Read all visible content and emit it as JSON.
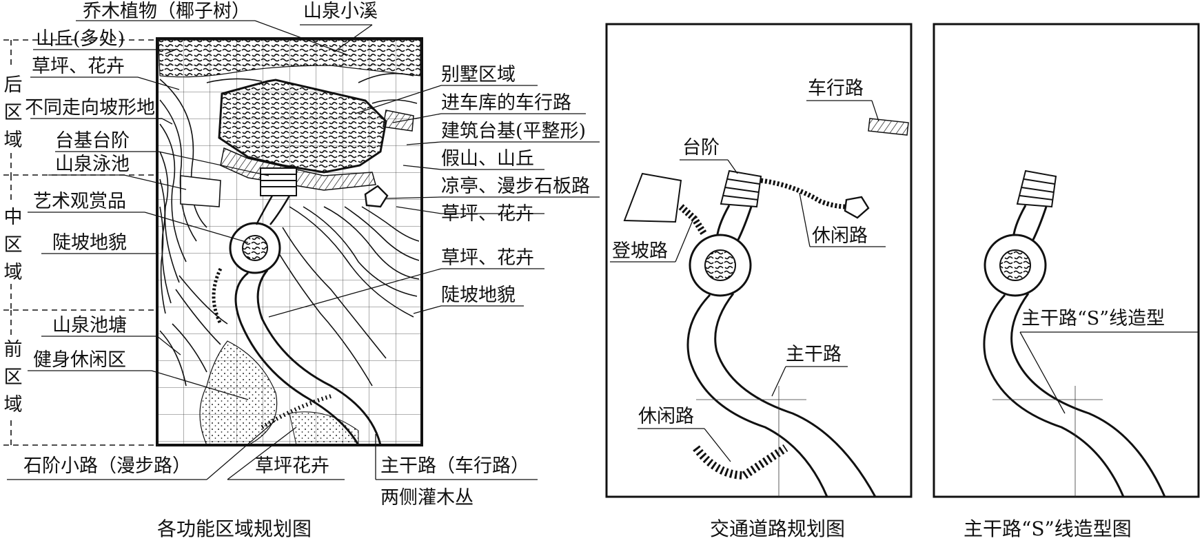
{
  "colors": {
    "ink": "#111111",
    "paper": "#ffffff"
  },
  "zones": {
    "back": "后区域",
    "middle": "中区域",
    "front": "前区域"
  },
  "panel1": {
    "caption": "各功能区域规划图",
    "labels": {
      "arbor": "乔木植物（椰子树）",
      "stream": "山泉小溪",
      "hills": "山丘(多处)",
      "lawn1": "草坪、花卉",
      "slopes": "不同走向坡形地",
      "terrace_steps": "台基台阶",
      "spring_pool": "山泉泳池",
      "art": "艺术观赏品",
      "steep1": "陡坡地貌",
      "pond": "山泉池塘",
      "fitness": "健身休闲区",
      "villa": "别墅区域",
      "garage_road": "进车库的车行路",
      "platform": "建筑台基(平整形)",
      "rockery": "假山、山丘",
      "pavilion": "凉亭、漫步石板路",
      "lawn2": "草坪、花卉",
      "lawn3": "草坪、花卉",
      "steep2": "陡坡地貌",
      "stone_path": "石阶小路（漫步路）",
      "lawn4": "草坪花卉",
      "main_road": "主干路（车行路）",
      "shrubs": "两侧灌木丛"
    }
  },
  "panel2": {
    "caption": "交通道路规划图",
    "labels": {
      "car_road": "车行路",
      "steps": "台阶",
      "climb": "登坡路",
      "leisure1": "休闲路",
      "main": "主干路",
      "leisure2": "休闲路"
    }
  },
  "panel3": {
    "caption": "主干路“S”线造型图",
    "labels": {
      "s_line": "主干路“S”线造型"
    }
  }
}
